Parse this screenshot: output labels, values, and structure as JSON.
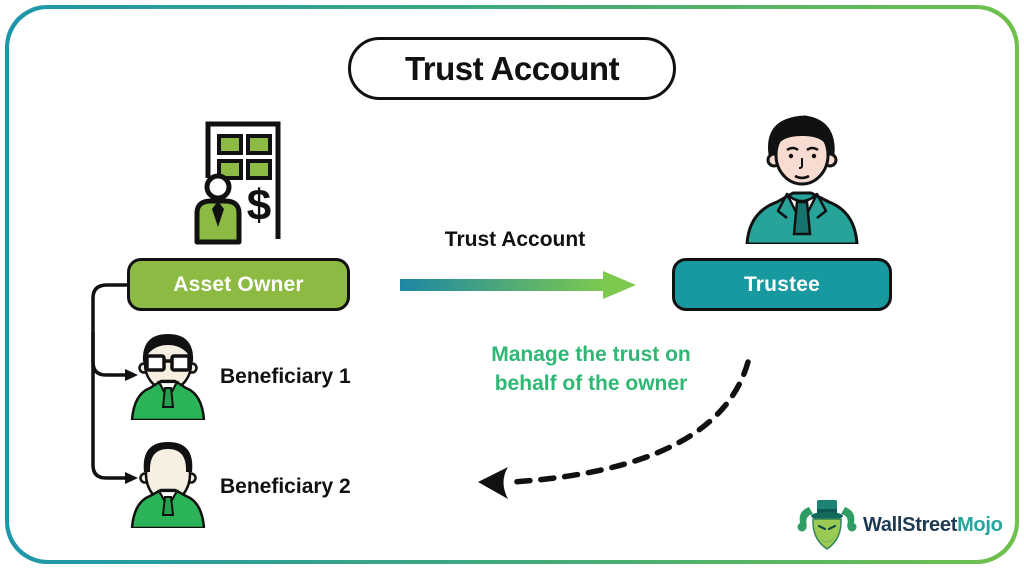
{
  "title": "Trust Account",
  "flow": {
    "source_label": "Asset Owner",
    "target_label": "Trustee",
    "arrow_label": "Trust Account",
    "annotation": "Manage the trust on behalf of the owner"
  },
  "beneficiaries": [
    {
      "label": "Beneficiary 1"
    },
    {
      "label": "Beneficiary 2"
    }
  ],
  "icons": {
    "asset_owner": "building-with-owner-and-dollar-icon",
    "asset_owner_dollar": "$",
    "trustee": "trustee-suit-avatar-icon",
    "beneficiary1": "beneficiary-glasses-avatar-icon",
    "beneficiary2": "beneficiary-bald-avatar-icon",
    "flow_arrow": "gradient-right-arrow-icon",
    "manage_arrow": "dashed-curved-left-arrow-icon",
    "bracket": "beneficiaries-branch-connector-icon",
    "logo": "bull-mascot-icon"
  },
  "logo": {
    "text_primary": "WallStreet",
    "text_accent": "Mojo"
  },
  "colors": {
    "frame_gradient_start": "#1E96AA",
    "frame_gradient_end": "#6FC14C",
    "asset_owner_fill": "#8CBA43",
    "trustee_fill": "#18989F",
    "beneficiary_suit": "#2BB357",
    "annotation_text": "#2EB873",
    "arrow_gradient_start": "#1D86A5",
    "arrow_gradient_end": "#7DC94F",
    "logo_primary": "#1D3A52",
    "logo_accent": "#26A5A0",
    "outline": "#111111"
  }
}
